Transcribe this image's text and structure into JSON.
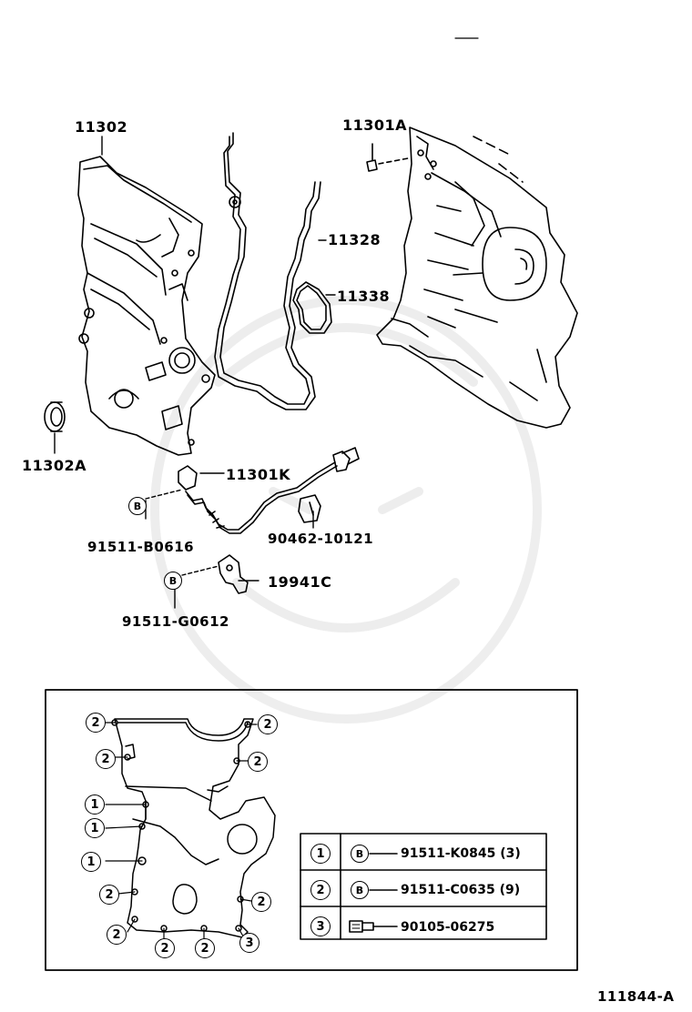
{
  "parts": {
    "p11302": "11302",
    "p11301A": "11301A",
    "p11328": "11328",
    "p11338": "11338",
    "p11302A": "11302A",
    "p11301K": "11301K",
    "p91511_B0616": "91511-B0616",
    "p90462_10121": "90462-10121",
    "p19941C": "19941C",
    "p91511_G0612": "91511-G0612",
    "bolt_symbol": "B"
  },
  "inset": {
    "numbers": [
      "2",
      "2",
      "2",
      "2",
      "1",
      "1",
      "1",
      "2",
      "2",
      "2",
      "2",
      "2",
      "3"
    ],
    "legend": [
      {
        "ref": "1",
        "symbol": "B",
        "part": "91511-K0845 (3)"
      },
      {
        "ref": "2",
        "symbol": "B",
        "part": "91511-C0635 (9)"
      },
      {
        "ref": "3",
        "symbol": "",
        "part": "90105-06275"
      }
    ]
  },
  "footer": {
    "diagram_id": "111844-A"
  }
}
